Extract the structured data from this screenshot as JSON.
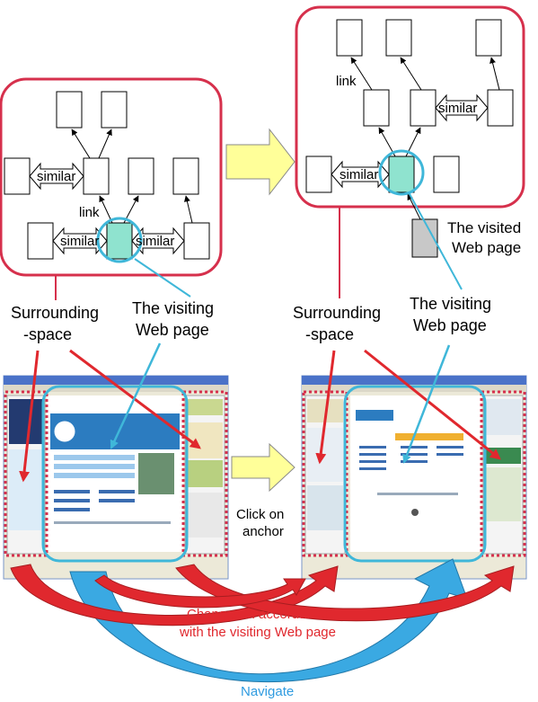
{
  "labels": {
    "link": "link",
    "similar": "similar",
    "visited_line1": "The visited",
    "visited_line2": "Web page",
    "visiting_line1": "The visiting",
    "visiting_line2": "Web page",
    "surrounding_line1": "Surrounding",
    "surrounding_line2": "-space",
    "click_line1": "Click on",
    "click_line2": "anchor",
    "changes_line1": "Changes in accordance",
    "changes_line2": "with the visiting Web page",
    "navigate": "Navigate"
  },
  "colors": {
    "frame": "#d6304c",
    "highlight": "#3fb7d9",
    "visiting_node": "#8fe3cf",
    "visited_node": "#c8c8c8",
    "transition_arrow": "#ffff99",
    "red_arrow": "#e0282e",
    "navigate_arrow": "#3aa9e2",
    "caption_red": "#e0282e",
    "caption_blue": "#2f9be0"
  }
}
